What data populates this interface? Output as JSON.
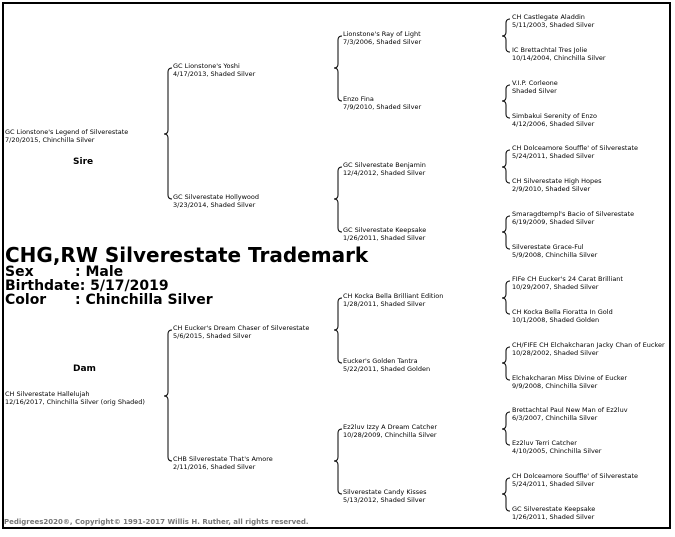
{
  "subject": {
    "title": "CHG,RW Silverestate Trademark",
    "sex_label": "Sex",
    "sex": ":  Male",
    "birth_label": "Birthdate:",
    "birth": "5/17/2019",
    "color_label": "Color",
    "color": ":  Chinchilla Silver"
  },
  "labels": {
    "sire": "Sire",
    "dam": "Dam"
  },
  "gen1": {
    "sire": {
      "name": "GC Lionstone's Legend of Silverestate",
      "info": "7/20/2015, Chinchilla Silver"
    },
    "dam": {
      "name": "CH Silverestate Hallelujah",
      "info": "12/16/2017, Chinchilla Silver (orig Shaded)"
    }
  },
  "gen2": [
    {
      "name": "GC Lionstone's Yoshi",
      "info": "4/17/2013, Shaded Silver"
    },
    {
      "name": "GC Silverestate Hollywood",
      "info": "3/23/2014, Shaded Silver"
    },
    {
      "name": "CH Eucker's Dream Chaser of Silverestate",
      "info": "5/6/2015, Shaded Silver"
    },
    {
      "name": "CHB Silverestate That's Amore",
      "info": "2/11/2016, Shaded Silver"
    }
  ],
  "gen3": [
    {
      "name": "Lionstone's Ray of Light",
      "info": "7/3/2006, Shaded Silver"
    },
    {
      "name": "Enzo Fina",
      "info": "7/9/2010, Shaded Silver"
    },
    {
      "name": "GC Silverestate Benjamin",
      "info": "12/4/2012, Shaded Silver"
    },
    {
      "name": "GC Silverestate Keepsake",
      "info": "1/26/2011, Shaded Silver"
    },
    {
      "name": "CH Kocka Bella Brilliant Edition",
      "info": "1/28/2011, Shaded Silver"
    },
    {
      "name": "Eucker's Golden Tantra",
      "info": "5/22/2011, Shaded Golden"
    },
    {
      "name": "Ez2luv Izzy A Dream Catcher",
      "info": "10/28/2009, Chinchilla Silver"
    },
    {
      "name": "Silverestate Candy Kisses",
      "info": "5/13/2012, Shaded Silver"
    }
  ],
  "gen4": [
    {
      "name": "CH Castlegate Aladdin",
      "info": "5/11/2003, Shaded Silver"
    },
    {
      "name": "IC Brettachtal Tres Jolie",
      "info": "10/14/2004, Chinchilla Silver"
    },
    {
      "name": "V.I.P. Corleone",
      "info": "Shaded Silver"
    },
    {
      "name": "Simbakui Serenity of Enzo",
      "info": "4/12/2006, Shaded Silver"
    },
    {
      "name": "CH Dolceamore Souffle' of Silverestate",
      "info": "5/24/2011, Shaded Silver"
    },
    {
      "name": "CH Silverestate High Hopes",
      "info": "2/9/2010, Shaded Silver"
    },
    {
      "name": "Smaragdtempl's Bacio of Silverestate",
      "info": "6/19/2009, Shaded Silver"
    },
    {
      "name": "Silverestate Grace-Ful",
      "info": "5/9/2008, Chinchilla Silver"
    },
    {
      "name": "FIFe CH Eucker's 24 Carat Brilliant",
      "info": "10/29/2007, Shaded Silver"
    },
    {
      "name": "CH Kocka Bella Fioratta In Gold",
      "info": "10/1/2008, Shaded Golden"
    },
    {
      "name": "CH/FIFE CH Elchakcharan Jacky Chan of Eucker",
      "info": "10/28/2002, Shaded Silver"
    },
    {
      "name": "Elchakcharan Miss Divine of Eucker",
      "info": "9/9/2008, Chinchilla Silver"
    },
    {
      "name": "Brettachtal Paul New Man of Ez2luv",
      "info": "6/3/2007, Chinchilla Silver"
    },
    {
      "name": "Ez2luv Terri Catcher",
      "info": "4/10/2005, Chinchilla Silver"
    },
    {
      "name": "CH Dolceamore Souffle' of Silverestate",
      "info": "5/24/2011, Shaded Silver"
    },
    {
      "name": "GC Silverestate Keepsake",
      "info": "1/26/2011, Shaded Silver"
    }
  ],
  "footer": "Pedigrees2020®, Copyright© 1991-2017 Willis H. Ruther, all rights reserved."
}
